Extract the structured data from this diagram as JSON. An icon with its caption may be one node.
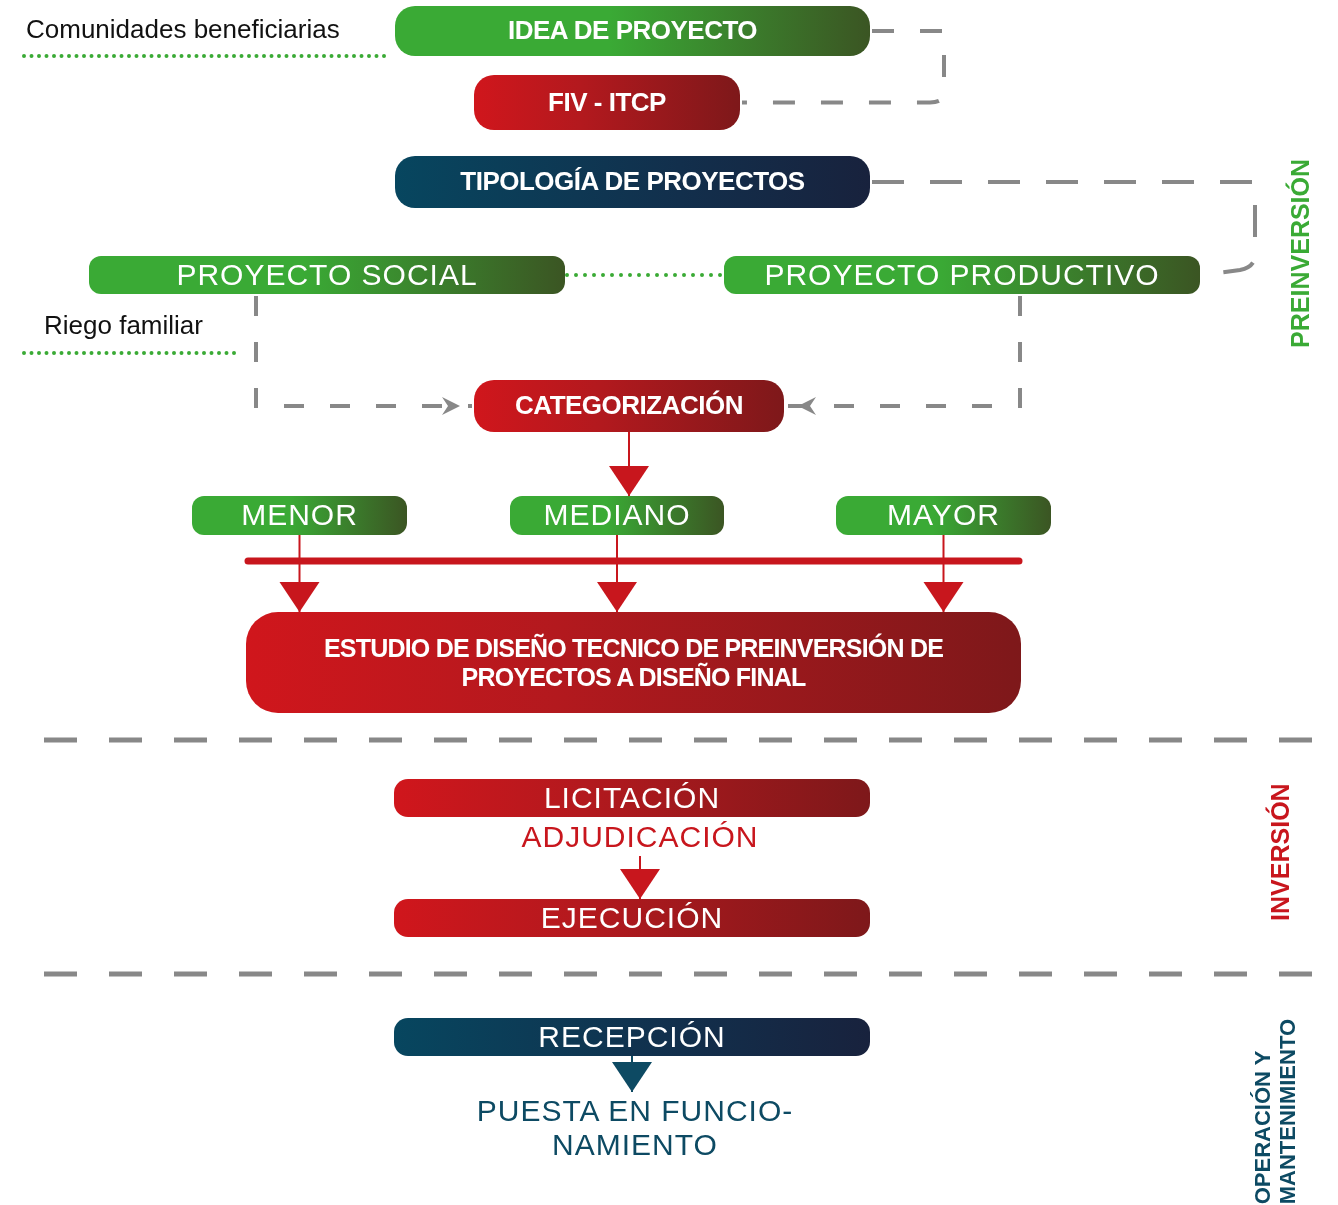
{
  "diagram": {
    "nodes": [
      {
        "text": [
          "IDEA DE PROYECTO"
        ]
      },
      {
        "text": [
          "FIV - ITCP"
        ]
      },
      {
        "text": [
          "TIPOLOGÍA DE PROYECTOS"
        ]
      },
      {
        "text": [
          "PROYECTO SOCIAL"
        ]
      },
      {
        "text": [
          "PROYECTO PRODUCTIVO"
        ]
      },
      {
        "text": [
          "CATEGORIZACIÓN"
        ]
      },
      {
        "text": [
          "MENOR"
        ]
      },
      {
        "text": [
          "MEDIANO"
        ]
      },
      {
        "text": [
          "MAYOR"
        ]
      },
      {
        "text": [
          "ESTUDIO DE DISEÑO TECNICO DE PREINVERSIÓN DE PROYECTOS A DISEÑO FINAL"
        ]
      },
      {
        "text": [
          "LICITACIÓN"
        ]
      },
      {
        "text": [
          "ADJUDICACIÓN"
        ]
      },
      {
        "text": [
          "EJECUCIÓN"
        ]
      },
      {
        "text": [
          "RECEPCIÓN"
        ]
      },
      {
        "text": [
          "PUESTA EN FUNCIO- NAMIENTO"
        ]
      }
    ],
    "edges": [
      {
        "from": 0,
        "to": 1,
        "arrow": "none",
        "style": "dashed",
        "color": "#888888"
      },
      {
        "from": 2,
        "to": 4,
        "arrow": "none",
        "style": "dashed",
        "color": "#888888"
      },
      {
        "from": 3,
        "to": 5,
        "arrow": "to",
        "style": "dashed",
        "color": "#888888"
      },
      {
        "from": 4,
        "to": 5,
        "arrow": "to",
        "style": "dashed",
        "color": "#888888"
      },
      {
        "from": 3,
        "to": 4,
        "arrow": "none",
        "style": "dashed",
        "color": "#3aaa35"
      },
      {
        "from": 5,
        "to": 7,
        "arrow": "to"
      },
      {
        "from": 6,
        "to": 9,
        "arrow": "to"
      },
      {
        "from": 7,
        "to": 9,
        "arrow": "to"
      },
      {
        "from": 8,
        "to": 9,
        "arrow": "to"
      },
      {
        "from": 11,
        "to": 12,
        "arrow": "to"
      },
      {
        "from": 13,
        "to": 14,
        "arrow": "to",
        "color": "#0d4a63"
      }
    ],
    "labels": [
      "Comunidades beneficiarias",
      "Riego familiar",
      "PREINVERSIÓN",
      "INVERSIÓN",
      "OPERACIÓN Y MANTENIMIENTO"
    ]
  }
}
